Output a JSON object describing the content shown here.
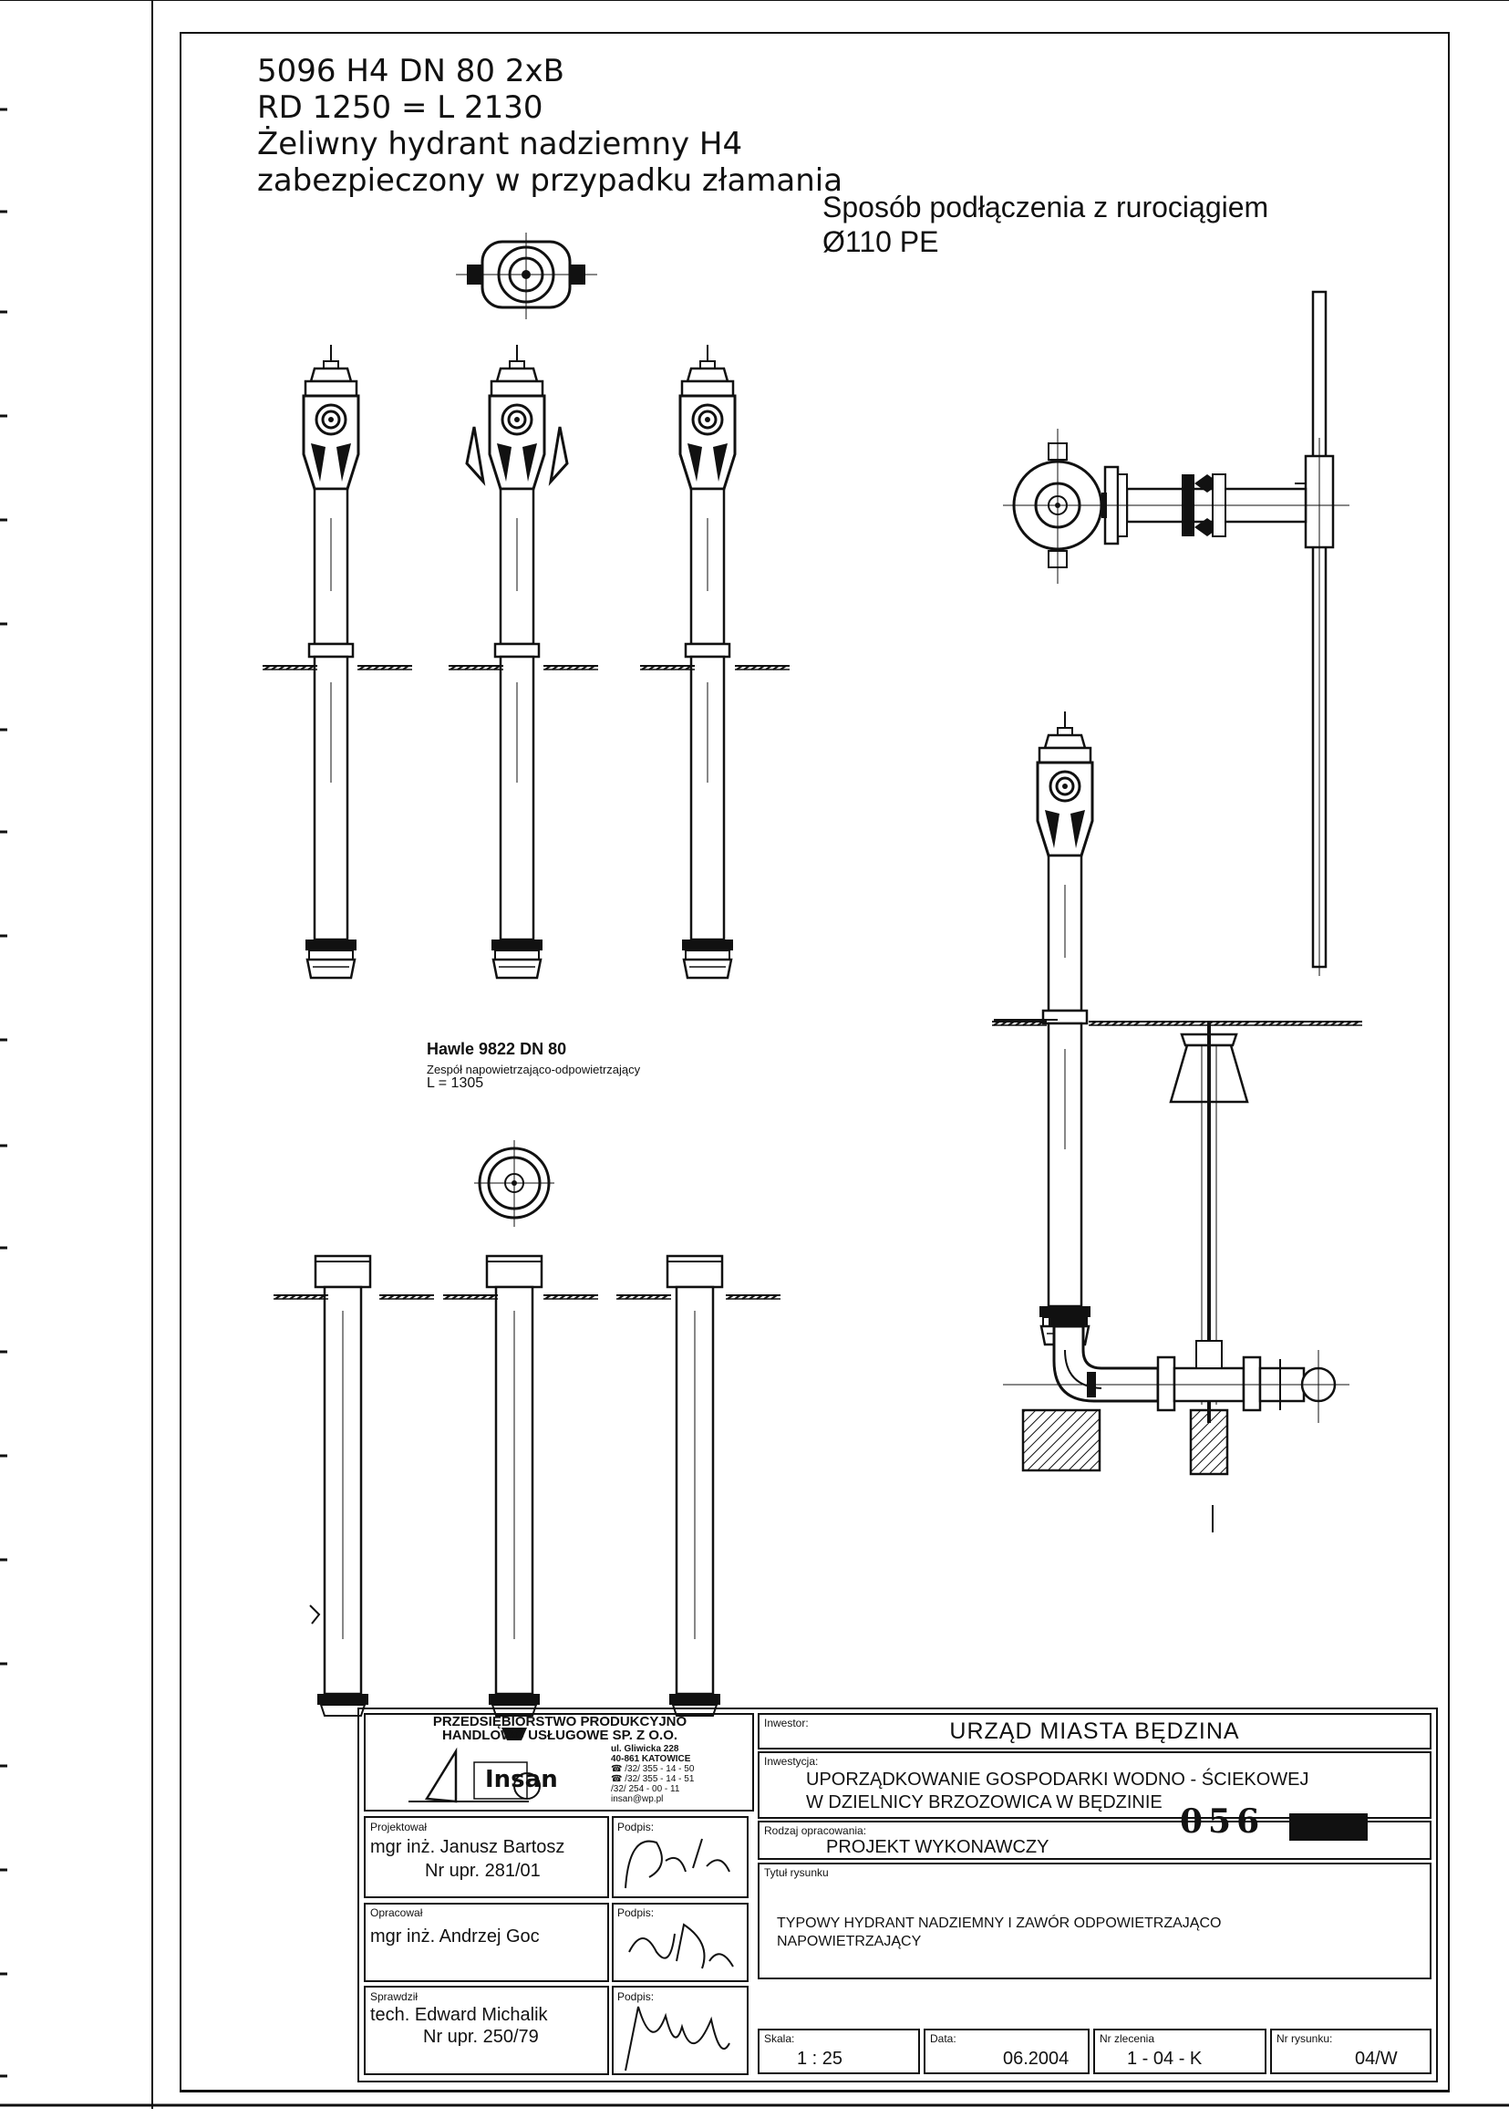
{
  "header": {
    "line1": "5096 H4  DN 80  2xB",
    "line2": "RD 1250  =  L 2130",
    "line3": "Żeliwny hydrant nadziemny H4",
    "line4": "zabezpieczony w przypadku złamania"
  },
  "connection": {
    "line1": "Sposób podłączenia z rurociągiem",
    "line2": "Ø110 PE"
  },
  "valve": {
    "line1": "Hawle  9822  DN 80",
    "line2": "Zespół napowietrzająco-odpowietrzający",
    "line3": "L = 1305"
  },
  "titleblock": {
    "company": {
      "name1": "PRZEDSIĘBIORSTWO PRODUKCYJNO",
      "name2": "HANDLOWO USŁUGOWE  SP. Z O.O.",
      "street": "ul. Gliwicka 228",
      "city": "40-861 KATOWICE",
      "phone1": "☎ /32/ 355 - 14 - 50",
      "phone2": "☎ /32/ 355 - 14 - 51",
      "fax": "/32/ 254 - 00 - 11",
      "email": "insan@wp.pl",
      "logo": "Insan"
    },
    "inwestor_label": "Inwestor:",
    "inwestor": "URZĄD MIASTA BĘDZINA",
    "inwestycja_label": "Inwestycja:",
    "inwestycja1": "UPORZĄDKOWANIE GOSPODARKI WODNO - ŚCIEKOWEJ",
    "inwestycja2": "W DZIELNICY BRZOZOWICA W BĘDZINIE",
    "stamp": "056",
    "rodzaj_label": "Rodzaj opracowania:",
    "rodzaj": "PROJEKT WYKONAWCZY",
    "tytul_label": "Tytuł rysunku",
    "tytul1": "TYPOWY HYDRANT NADZIEMNY I ZAWÓR ODPOWIETRZAJĄCO",
    "tytul2": "NAPOWIETRZAJĄCY",
    "projektowal_label": "Projektował",
    "projektowal": "mgr inż. Janusz Bartosz",
    "projektowal_nr": "Nr upr. 281/01",
    "opracowal_label": "Opracował",
    "opracowal": "mgr inż. Andrzej Goc",
    "sprawdzil_label": "Sprawdził",
    "sprawdzil": "tech. Edward Michalik",
    "sprawdzil_nr": "Nr upr. 250/79",
    "podpis_label": "Podpis:",
    "skala_label": "Skala:",
    "skala": "1 : 25",
    "data_label": "Data:",
    "data": "06.2004",
    "zlecenie_label": "Nr zlecenia",
    "zlecenie": "1 - 04 - K",
    "rysunek_label": "Nr rysunku:",
    "rysunek": "04/W"
  }
}
